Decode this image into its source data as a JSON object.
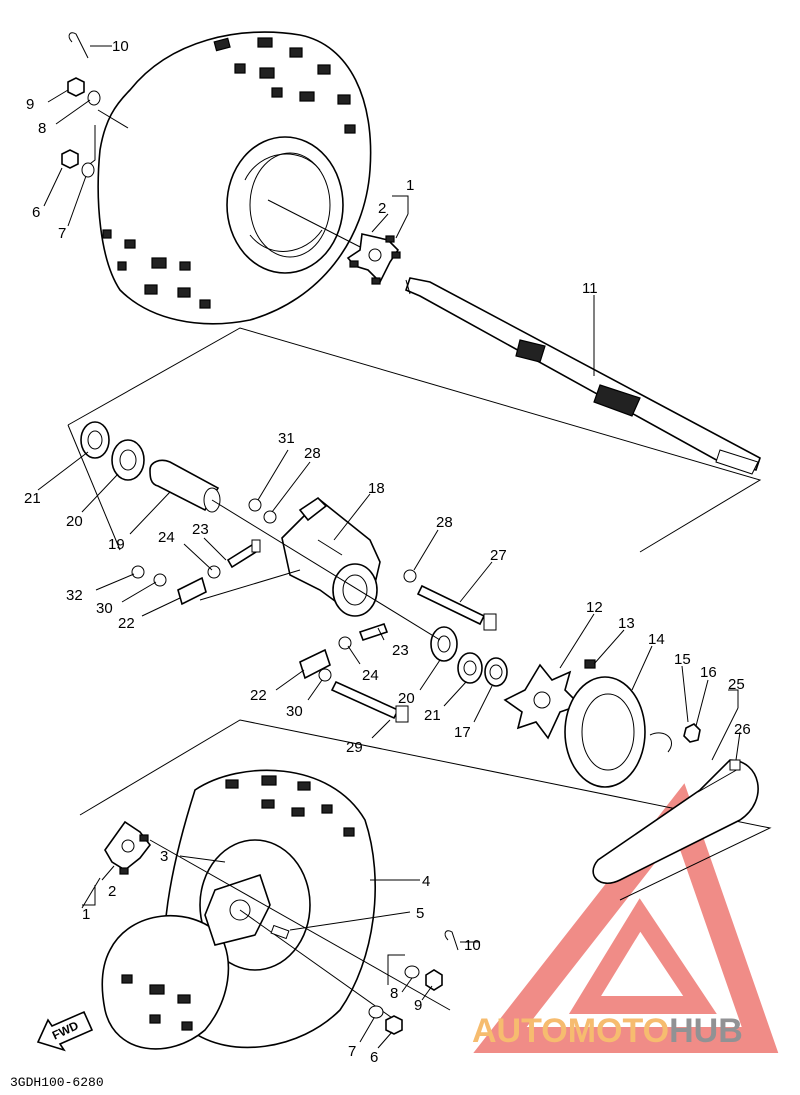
{
  "diagram_code": "3GDH100-6280",
  "fwd_label": "FWD",
  "watermark": {
    "part1": "AUTO",
    "part2": "MOTO",
    "part3": "HUB",
    "color_orange": "#f4a640",
    "color_red": "#e2231a",
    "color_gray": "#6d6e71"
  },
  "callouts": {
    "c1a": "1",
    "c2a": "2",
    "c6a": "6",
    "c7a": "7",
    "c8a": "8",
    "c9a": "9",
    "c10a": "10",
    "c11": "11",
    "c21a": "21",
    "c20a": "20",
    "c19": "19",
    "c31": "31",
    "c28a": "28",
    "c18": "18",
    "c23a": "23",
    "c24a": "24",
    "c32": "32",
    "c30a": "30",
    "c22a": "22",
    "c28b": "28",
    "c27": "27",
    "c12": "12",
    "c13": "13",
    "c14": "14",
    "c15": "15",
    "c16": "16",
    "c25": "25",
    "c26": "26",
    "c23b": "23",
    "c24b": "24",
    "c22b": "22",
    "c30b": "30",
    "c20b": "20",
    "c21b": "21",
    "c17": "17",
    "c29": "29",
    "c3": "3",
    "c4": "4",
    "c5": "5",
    "c1b": "1",
    "c2b": "2",
    "c10b": "10",
    "c8b": "8",
    "c9b": "9",
    "c7b": "7",
    "c6b": "6"
  }
}
